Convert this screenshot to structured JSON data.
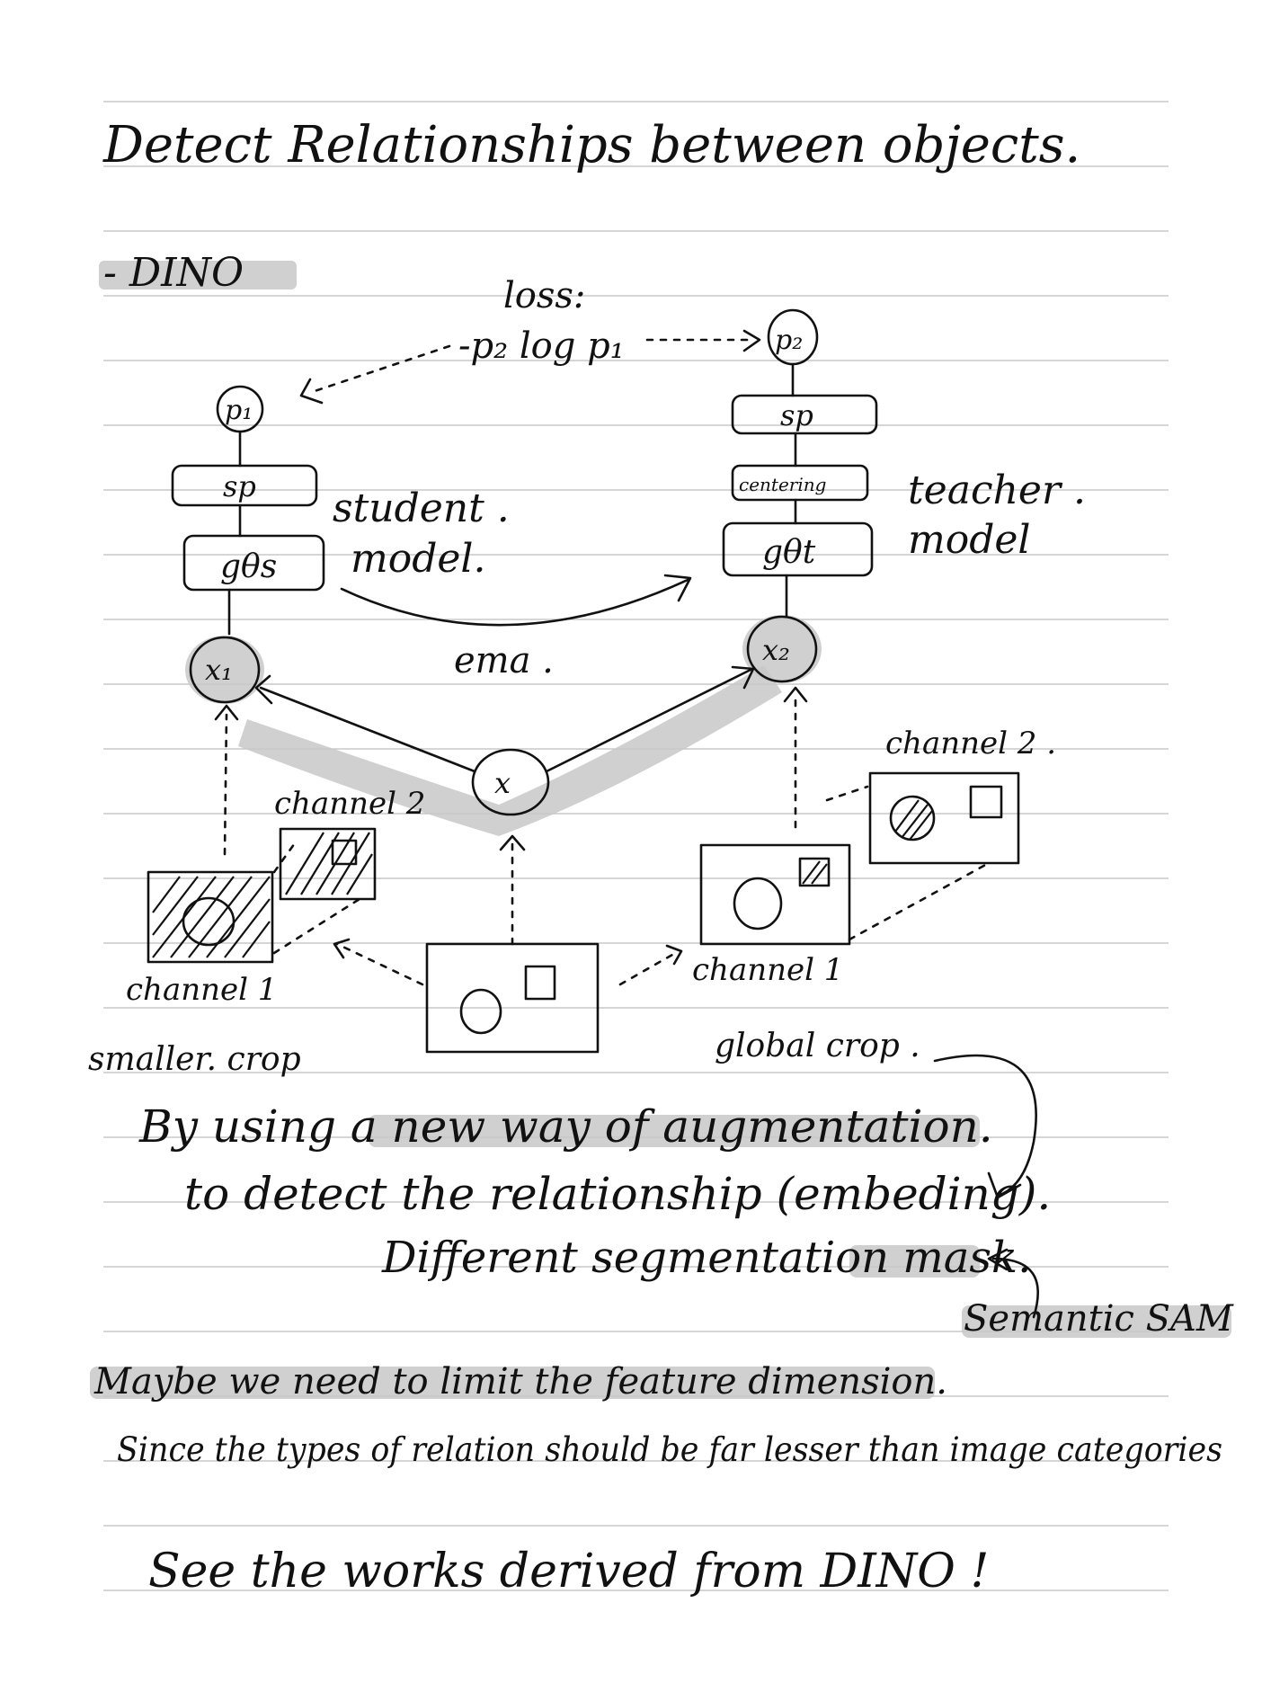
{
  "title": "Detect Relationships between objects.",
  "section_heading": "- DINO",
  "diagram": {
    "loss_label": "loss:",
    "loss_formula": "-p₂ log p₁",
    "student": {
      "output": "p₁",
      "softmax": "sp",
      "network": "gθs",
      "input": "x₁",
      "label_line1": "student .",
      "label_line2": "model."
    },
    "teacher": {
      "output": "p₂",
      "softmax": "sp",
      "centering": "centering",
      "network": "gθt",
      "input": "x₂",
      "label_line1": "teacher .",
      "label_line2": "model"
    },
    "ema_label": "ema .",
    "source_input": "x",
    "left_crops": {
      "channel_top": "channel 2",
      "channel_bottom": "channel 1",
      "caption": "smaller. crop"
    },
    "right_crops": {
      "channel_top": "channel 2 .",
      "channel_bottom": "channel 1",
      "caption": "global crop ."
    }
  },
  "notes": {
    "line1": "By using a new way of augmentation.",
    "line2": "to detect the relationship (embeding).",
    "line3": "Different segmentation mask.",
    "side_note": "Semantic SAM",
    "line4": "Maybe we need to limit the feature dimension.",
    "line5": "Since the types of relation should be far lesser than image categories",
    "line6": "See the works derived from DINO !"
  }
}
